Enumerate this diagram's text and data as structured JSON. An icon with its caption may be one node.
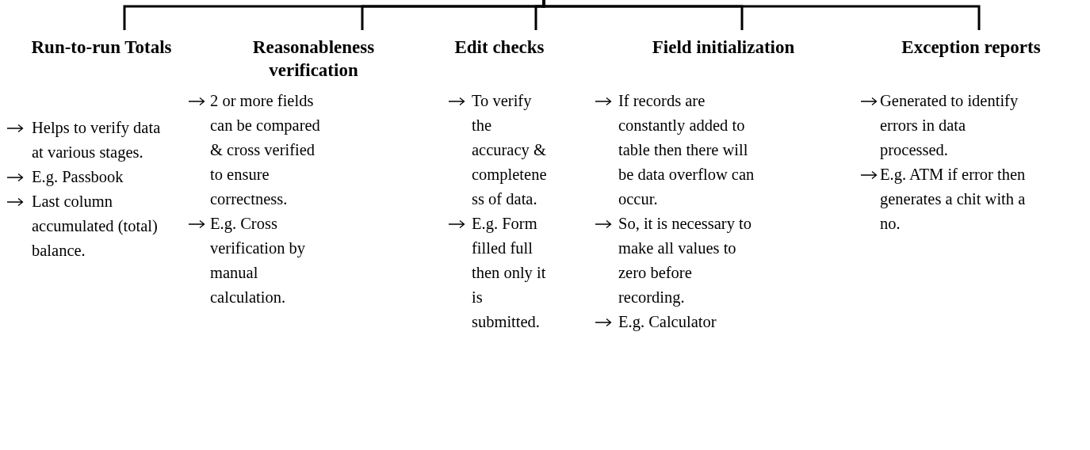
{
  "diagram": {
    "nodes": [
      {
        "text": [
          "Run-to-run Totals"
        ],
        "beside": [
          "Helps to verify data at various stages.",
          "E.g. Passbook",
          "Last column accumulated (total) balance."
        ]
      },
      {
        "text": [
          "Reasonableness verification"
        ],
        "beside": [
          "2 or more fields can be compared & cross verified to ensure correctness.",
          "E.g. Cross verification by manual calculation."
        ]
      },
      {
        "text": [
          "Edit checks"
        ],
        "beside": [
          "To verify the accuracy & completeness of data.",
          "E.g. Form filled full then only it is submitted."
        ]
      },
      {
        "text": [
          "Field initialization"
        ],
        "beside": [
          "If records are constantly added to table then there will be data overflow can occur.",
          "So, it is necessary to make all values to zero before recording.",
          "E.g. Calculator"
        ]
      },
      {
        "text": [
          "Exception reports"
        ],
        "beside": [
          "Generated to identify errors in data processed.",
          "E.g. ATM if error then generates a chit with a no."
        ]
      }
    ],
    "edges": [
      {
        "from": null,
        "to": 0,
        "arrow": "none"
      },
      {
        "from": null,
        "to": 1,
        "arrow": "none"
      },
      {
        "from": null,
        "to": 2,
        "arrow": "none"
      },
      {
        "from": null,
        "to": 3,
        "arrow": "none"
      },
      {
        "from": null,
        "to": 4,
        "arrow": "none"
      }
    ]
  }
}
